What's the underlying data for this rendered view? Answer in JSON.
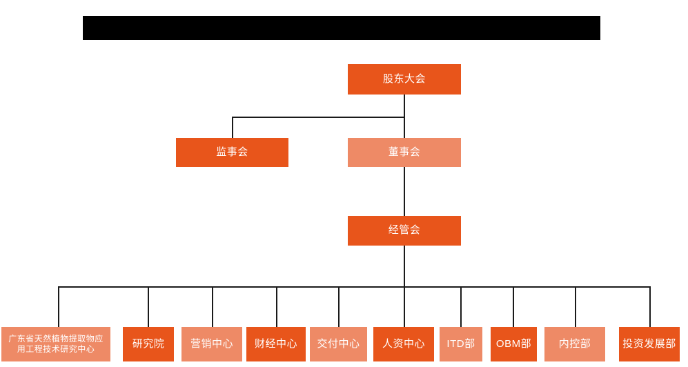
{
  "meta": {
    "background_color": "#ffffff",
    "connector_color": "#1a1a1a",
    "colors": {
      "dark_orange": "#e8551b",
      "light_orange": "#ee8a66",
      "redaction": "#000000",
      "text": "#ffffff"
    }
  },
  "header": {
    "redaction_label": ""
  },
  "org_chart": {
    "levels": [
      {
        "level": 1,
        "nodes": [
          {
            "id": "shareholders",
            "label": "股东大会",
            "tone": "dark"
          }
        ]
      },
      {
        "level": 2,
        "nodes": [
          {
            "id": "supervisors",
            "label": "监事会",
            "tone": "dark"
          },
          {
            "id": "directors",
            "label": "董事会",
            "tone": "light"
          }
        ]
      },
      {
        "level": 3,
        "nodes": [
          {
            "id": "management-committee",
            "label": "经管会",
            "tone": "dark"
          }
        ]
      },
      {
        "level": 4,
        "nodes": [
          {
            "id": "guangdong-research-center",
            "label": "广东省天然植物提取物应\n用工程技术研究中心",
            "tone": "light"
          },
          {
            "id": "research-institute",
            "label": "研究院",
            "tone": "dark"
          },
          {
            "id": "marketing-center",
            "label": "营销中心",
            "tone": "light"
          },
          {
            "id": "finance-center",
            "label": "财经中心",
            "tone": "dark"
          },
          {
            "id": "delivery-center",
            "label": "交付中心",
            "tone": "light"
          },
          {
            "id": "hr-center",
            "label": "人资中心",
            "tone": "dark"
          },
          {
            "id": "itd-dept",
            "label": "ITD部",
            "tone": "light"
          },
          {
            "id": "obm-dept",
            "label": "OBM部",
            "tone": "dark"
          },
          {
            "id": "internal-control-dept",
            "label": "内控部",
            "tone": "light"
          },
          {
            "id": "investment-development-dept",
            "label": "投资发展部",
            "tone": "dark"
          }
        ]
      }
    ]
  }
}
